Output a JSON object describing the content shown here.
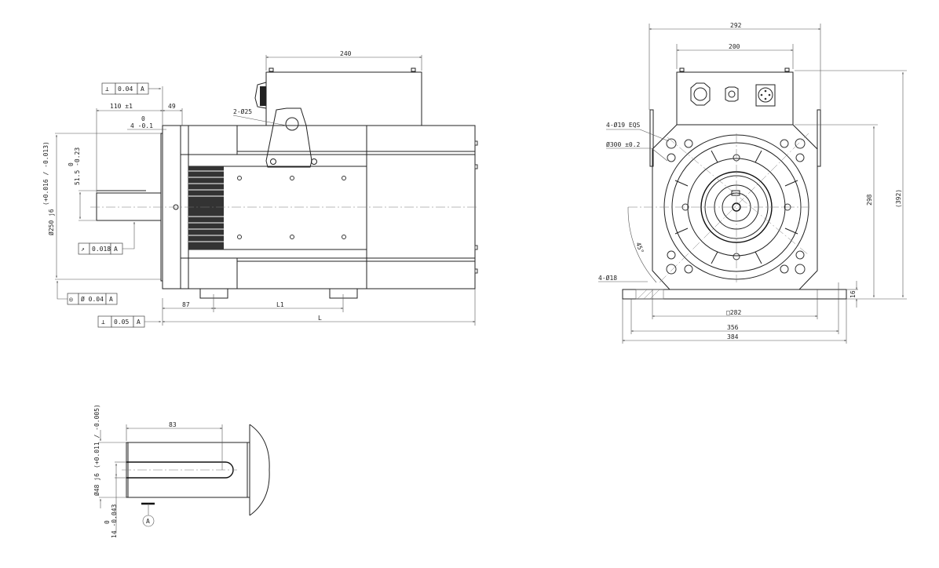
{
  "side_view": {
    "dim_box_width": "240",
    "dim_shaft_length": "110 ±1",
    "dim_flange": "49",
    "dim_spigot_upper": "0",
    "dim_spigot": "4 -0.1",
    "dim_shaft_height_upper": "0",
    "dim_shaft_height": "51.5 -0.23",
    "dim_pilot": "Ø250 j6",
    "dim_pilot_tol": "(+0.016 / -0.013)",
    "lifting_holes": "2-Ø25",
    "dim_foot_offset": "87",
    "dim_l1": "L1",
    "dim_l": "L",
    "fcf_perpendicular_1": {
      "symbol": "⊥",
      "value": "0.04",
      "datum": "A"
    },
    "fcf_runout": {
      "symbol": "↗",
      "value": "0.018",
      "datum": "A"
    },
    "fcf_concentricity": {
      "symbol": "◎",
      "value": "Ø 0.04",
      "datum": "A"
    },
    "fcf_perpendicular_2": {
      "symbol": "⊥",
      "value": "0.05",
      "datum": "A"
    }
  },
  "front_view": {
    "dim_overall_width": "292",
    "dim_box_width": "200",
    "mounting_holes": "4-Ø19 EQS",
    "bolt_circle": "Ø300 ±0.2",
    "angle": "45°",
    "base_holes": "4-Ø18",
    "dim_base_thickness": "16",
    "dim_square": "□282",
    "dim_hole_spacing": "356",
    "dim_base_width": "384",
    "dim_center_height": "298",
    "dim_total_height": "(392)"
  },
  "shaft_detail": {
    "dim_key_length": "83",
    "dim_diameter": "Ø48 j6",
    "dim_diameter_tol": "(+0.011 / -0.005)",
    "dim_key_width_upper": "0",
    "dim_key_width": "14 -0.043",
    "datum_label": "A"
  }
}
